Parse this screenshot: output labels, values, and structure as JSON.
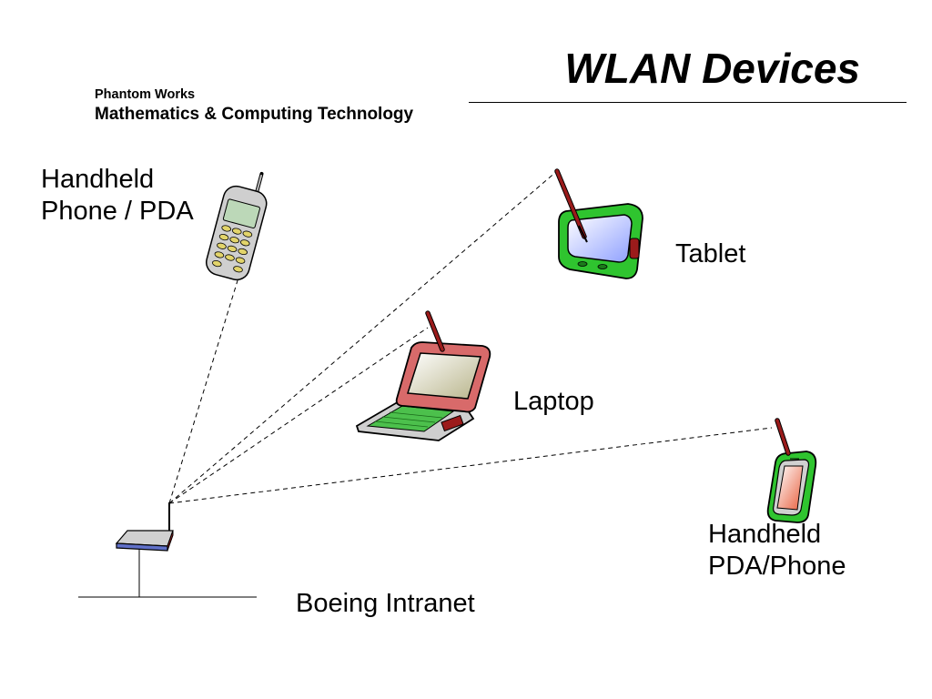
{
  "header": {
    "title": "WLAN Devices",
    "org_name": "Phantom Works",
    "org_department": "Mathematics & Computing Technology"
  },
  "diagram": {
    "devices": [
      {
        "id": "handheld-phone",
        "icon": "cell-phone-icon",
        "label_lines": [
          "Handheld",
          "Phone / PDA"
        ]
      },
      {
        "id": "tablet",
        "icon": "tablet-icon",
        "label_lines": [
          "Tablet"
        ]
      },
      {
        "id": "laptop",
        "icon": "laptop-icon",
        "label_lines": [
          "Laptop"
        ]
      },
      {
        "id": "handheld-pda",
        "icon": "pda-icon",
        "label_lines": [
          "Handheld",
          "PDA/Phone"
        ]
      }
    ],
    "access_point": {
      "icon": "wireless-router-icon"
    },
    "network_label": "Boeing Intranet",
    "colors": {
      "device_green": "#2fc42f",
      "device_grey": "#c8c8c8",
      "stylus_red": "#9b1b1b",
      "screen_blue": "#bcc8ff",
      "screen_pink": "#f08a6c",
      "screen_cream": "#e8e6b8"
    }
  }
}
